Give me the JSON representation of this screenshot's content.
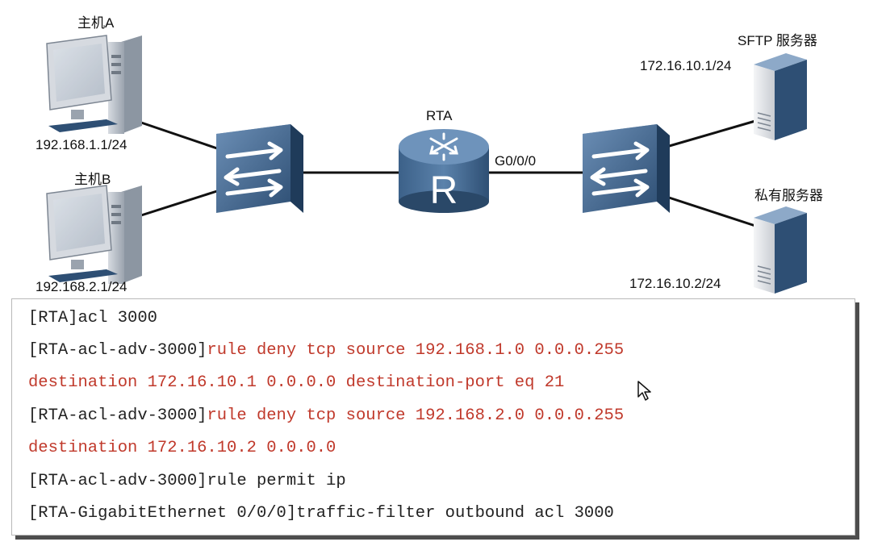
{
  "diagram": {
    "hosts": {
      "a": {
        "label": "主机A",
        "ip": "192.168.1.1/24"
      },
      "b": {
        "label": "主机B",
        "ip": "192.168.2.1/24"
      }
    },
    "router": {
      "label": "RTA",
      "glyph": "R",
      "interface": "G0/0/0"
    },
    "servers": {
      "sftp": {
        "label": "SFTP 服务器",
        "ip": "172.16.10.1/24"
      },
      "private": {
        "label": "私有服务器",
        "ip": "172.16.10.2/24"
      }
    },
    "colors": {
      "device_blue": "#2e4f74",
      "device_blue_light": "#5a7fa6",
      "link": "#111111",
      "command_red": "#c0392b"
    }
  },
  "cli": {
    "lines": [
      {
        "prompt": "[RTA]",
        "command": "acl 3000"
      },
      {
        "prompt": "[RTA-acl-adv-3000]",
        "command": "rule deny tcp source 192.168.1.0 0.0.0.255"
      },
      {
        "prompt": "",
        "command": "destination 172.16.10.1 0.0.0.0 destination-port eq 21"
      },
      {
        "prompt": "[RTA-acl-adv-3000]",
        "command": "rule deny tcp source 192.168.2.0 0.0.0.255"
      },
      {
        "prompt": "",
        "command": "destination 172.16.10.2 0.0.0.0"
      },
      {
        "prompt": "[RTA-acl-adv-3000]",
        "command": "rule permit ip"
      },
      {
        "prompt": "[RTA-GigabitEthernet 0/0/0]",
        "command": "traffic-filter outbound acl 3000"
      }
    ]
  }
}
